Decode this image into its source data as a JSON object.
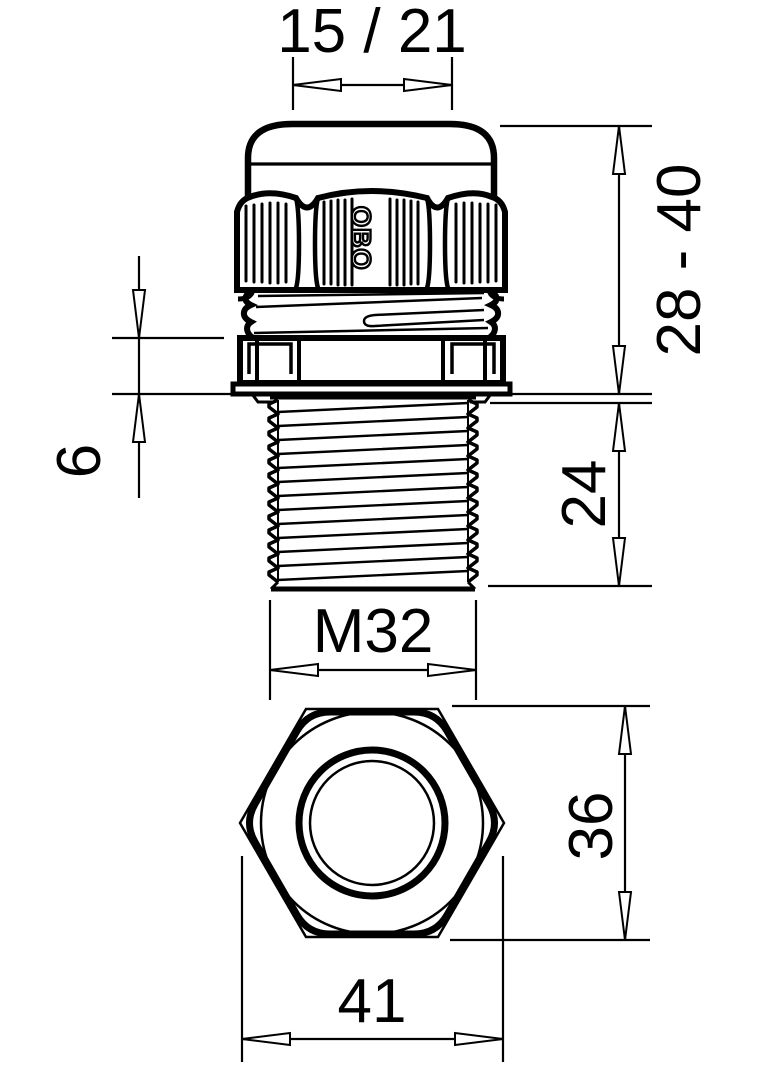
{
  "page": {
    "background": "#ffffff",
    "line_color": "#000000"
  },
  "drawing": {
    "kind": "technical-dimension-drawing",
    "subject": "cable-gland",
    "brand_logo": "OBO",
    "dimensions": {
      "clamping_range": "15 / 21",
      "overall_height": "28 - 40",
      "collar_height": "6",
      "thread_length": "24",
      "thread_size": "M32",
      "width_across_flats": "36",
      "width_across_corners": "41"
    }
  }
}
